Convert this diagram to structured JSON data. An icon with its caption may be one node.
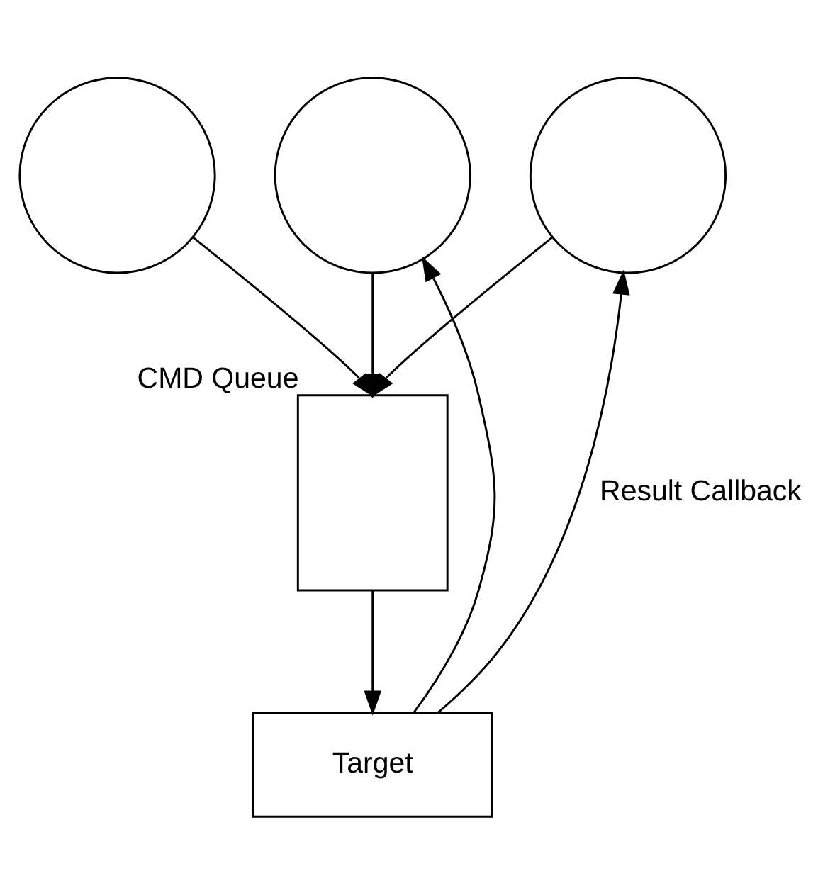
{
  "diagram": {
    "nodes": [
      {
        "text": [],
        "shape": "circle"
      },
      {
        "text": [],
        "shape": "circle"
      },
      {
        "text": [],
        "shape": "circle"
      },
      {
        "text": [],
        "shape": "box",
        "beside": [
          "CMD Queue"
        ]
      },
      {
        "text": [
          "Target"
        ]
      }
    ],
    "edges": [
      {
        "from": 0,
        "to": 3,
        "arrow": "to"
      },
      {
        "from": 1,
        "to": 3,
        "arrow": "to"
      },
      {
        "from": 2,
        "to": 3,
        "arrow": "to"
      },
      {
        "from": 3,
        "to": 4,
        "arrow": "to"
      },
      {
        "from": 4,
        "to": 2,
        "arrow": "to",
        "label": "Result Callback"
      },
      {
        "from": 4,
        "to": 1,
        "arrow": "to"
      }
    ]
  }
}
